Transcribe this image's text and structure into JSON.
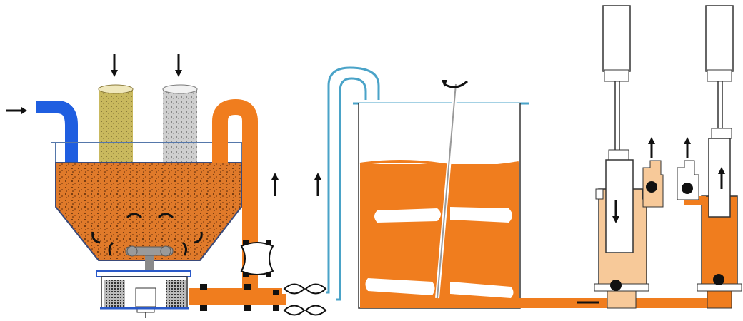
{
  "diagram": {
    "kind": "process-flow",
    "stages": [
      {
        "id": "mixing-hopper",
        "icon": "hopper-with-rotor-icon"
      },
      {
        "id": "feed-inlets",
        "icon": "feed-column-icon"
      },
      {
        "id": "transfer-pipe",
        "icon": "pipe-icon"
      },
      {
        "id": "agitated-tank",
        "icon": "mixing-tank-icon"
      },
      {
        "id": "piston-pumps",
        "icon": "piston-pump-icon"
      }
    ],
    "colors": {
      "slurry": "#f07d1e",
      "slurry_light": "#f7c999",
      "blue_pipe": "#1f5ee0",
      "pipe_outline": "#4aa3c8",
      "feed_left": "#c9b95e",
      "feed_right": "#c8c8c8",
      "hopper_fill": "#e07a2a",
      "metal": "#9a9a9a",
      "ink": "#111111"
    },
    "text_labels": []
  }
}
